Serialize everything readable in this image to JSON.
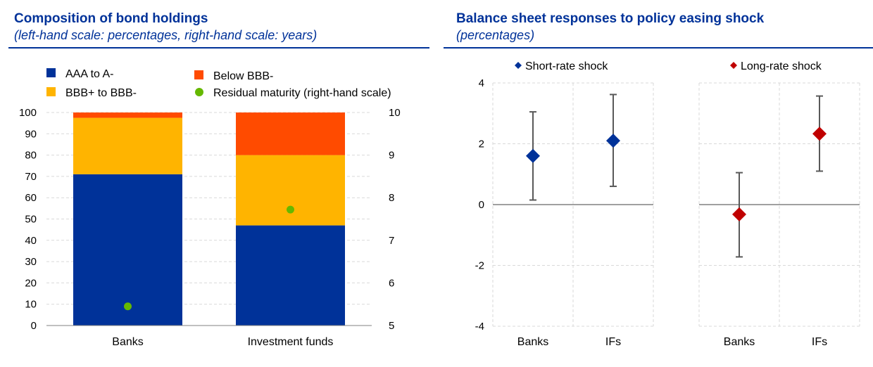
{
  "left": {
    "title": "Composition of bond holdings",
    "subtitle": "(left-hand scale: percentages, right-hand scale: years)"
  },
  "right": {
    "title": "Balance sheet responses to policy easing shock",
    "subtitle": "(percentages)"
  },
  "chart_data": [
    {
      "type": "bar",
      "stacked": true,
      "categories": [
        "Banks",
        "Investment funds"
      ],
      "series": [
        {
          "name": "AAA to A-",
          "values": [
            71,
            47
          ],
          "color": "#003299"
        },
        {
          "name": "BBB+ to BBB-",
          "values": [
            26.5,
            33
          ],
          "color": "#ffb400"
        },
        {
          "name": "Below BBB-",
          "values": [
            2.5,
            20
          ],
          "color": "#ff4b00"
        }
      ],
      "overlay": {
        "name": "Residual maturity (right-hand scale)",
        "type": "scatter",
        "axis": "right",
        "values": [
          5.45,
          7.72
        ],
        "color": "#65b800"
      },
      "ylim": [
        0,
        100
      ],
      "y_ticks": [
        0,
        10,
        20,
        30,
        40,
        50,
        60,
        70,
        80,
        90,
        100
      ],
      "y2lim": [
        5,
        10
      ],
      "y2_ticks": [
        5,
        6,
        7,
        8,
        9,
        10
      ],
      "grid": true,
      "legend_position": "top"
    },
    {
      "type": "scatter",
      "error_bars": true,
      "ylim": [
        -4,
        4
      ],
      "y_ticks": [
        -4,
        -2,
        0,
        2,
        4
      ],
      "grid": true,
      "legend_position": "top",
      "groups": [
        {
          "name": "Short-rate shock",
          "color": "#003299",
          "categories": [
            "Banks",
            "IFs"
          ],
          "values": [
            1.6,
            2.1
          ],
          "lower": [
            0.15,
            0.6
          ],
          "upper": [
            3.05,
            3.62
          ]
        },
        {
          "name": "Long-rate shock",
          "color": "#c00000",
          "categories": [
            "Banks",
            "IFs"
          ],
          "values": [
            -0.32,
            2.33
          ],
          "lower": [
            -1.72,
            1.1
          ],
          "upper": [
            1.05,
            3.57
          ]
        }
      ]
    }
  ]
}
